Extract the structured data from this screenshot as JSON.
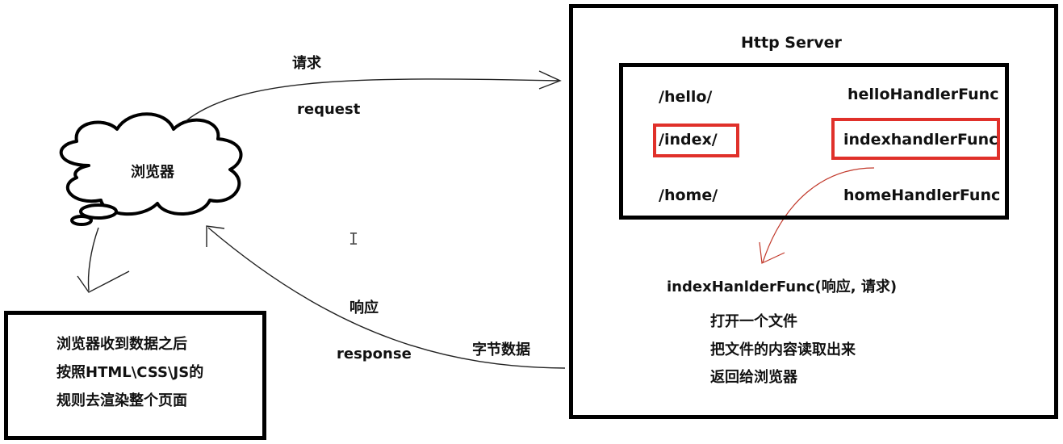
{
  "browser": {
    "cloud_label": "浏览器",
    "render_note": [
      "浏览器收到数据之后",
      "按照HTML\\CSS\\JS的",
      "规则去渲染整个页面"
    ]
  },
  "request": {
    "label_cn": "请求",
    "label_en": "request"
  },
  "response": {
    "label_cn": "响应",
    "label_en": "response",
    "payload": "字节数据"
  },
  "server": {
    "title": "Http Server",
    "routes": [
      {
        "path": "/hello/",
        "handler": "helloHandlerFunc",
        "highlighted": false
      },
      {
        "path": "/index/",
        "handler": "indexhandlerFunc",
        "highlighted": true
      },
      {
        "path": "/home/",
        "handler": "homeHandlerFunc",
        "highlighted": false
      }
    ],
    "handler_signature": "indexHanlderFunc(响应, 请求)",
    "handler_steps": [
      "打开一个文件",
      "把文件的内容读取出来",
      "返回给浏览器"
    ]
  },
  "colors": {
    "ink": "#000000",
    "highlight": "#e0302a"
  }
}
